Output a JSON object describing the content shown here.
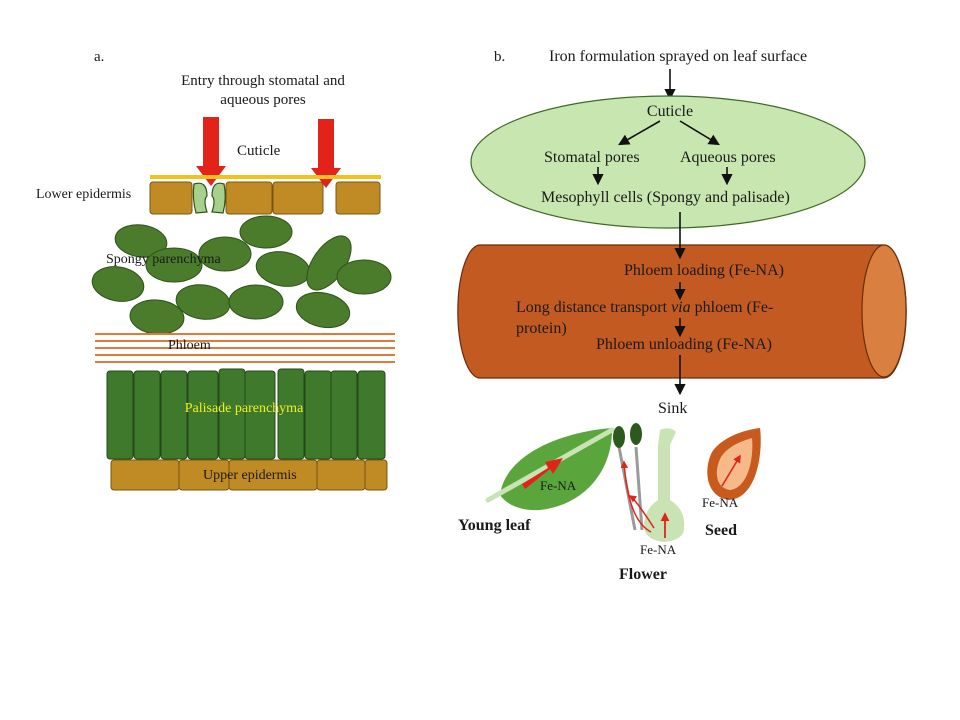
{
  "colors": {
    "cuticle_line": "#f3c11b",
    "epidermis_fill": "#c08a24",
    "epidermis_stroke": "#7a5510",
    "spongy_fill": "#4a7c2b",
    "spongy_stroke": "#2f5218",
    "phloem_line": "#e07a3a",
    "palisade_fill": "#3f7a2c",
    "palisade_stroke": "#25491a",
    "palisade_label": "#f2ef1f",
    "red_arrow": "#e2231a",
    "ellipse_fill": "#c8e6b0",
    "ellipse_stroke": "#3f6a23",
    "cylinder_fill": "#c35a22",
    "cylinder_end": "#d98040",
    "cylinder_stroke": "#6b2c0a",
    "leaf_fill": "#5aa63c",
    "pale_green": "#c9e3b4",
    "seed_outer": "#c85a1e",
    "seed_inner": "#f5b98a",
    "dark_green": "#2c5a1c"
  },
  "panel_a": {
    "letter": "a.",
    "entry_line1": "Entry through stomatal and",
    "entry_line2": "aqueous pores",
    "cuticle": "Cuticle",
    "lower_epidermis": "Lower epidermis",
    "spongy": "Spongy parenchyma",
    "phloem": "Phloem",
    "palisade": "Palisade parenchyma",
    "upper_epidermis": "Upper epidermis"
  },
  "panel_b": {
    "letter": "b.",
    "title": "Iron formulation sprayed on leaf surface",
    "cuticle": "Cuticle",
    "stomatal_pores": "Stomatal pores",
    "aqueous_pores": "Aqueous pores",
    "mesophyll": "Mesophyll cells (Spongy and palisade)",
    "phloem_loading": "Phloem loading (Fe-NA)",
    "long_distance_1a": "Long distance transport ",
    "long_distance_1b": "via",
    "long_distance_1c": " phloem (Fe-",
    "long_distance_2": "protein)",
    "phloem_unloading": "Phloem unloading (Fe-NA)",
    "sink": "Sink",
    "young_leaf": "Young leaf",
    "flower": "Flower",
    "seed": "Seed",
    "fe_na_leaf": "Fe-NA",
    "fe_na_flower": "Fe-NA",
    "fe_na_seed": "Fe-NA"
  }
}
